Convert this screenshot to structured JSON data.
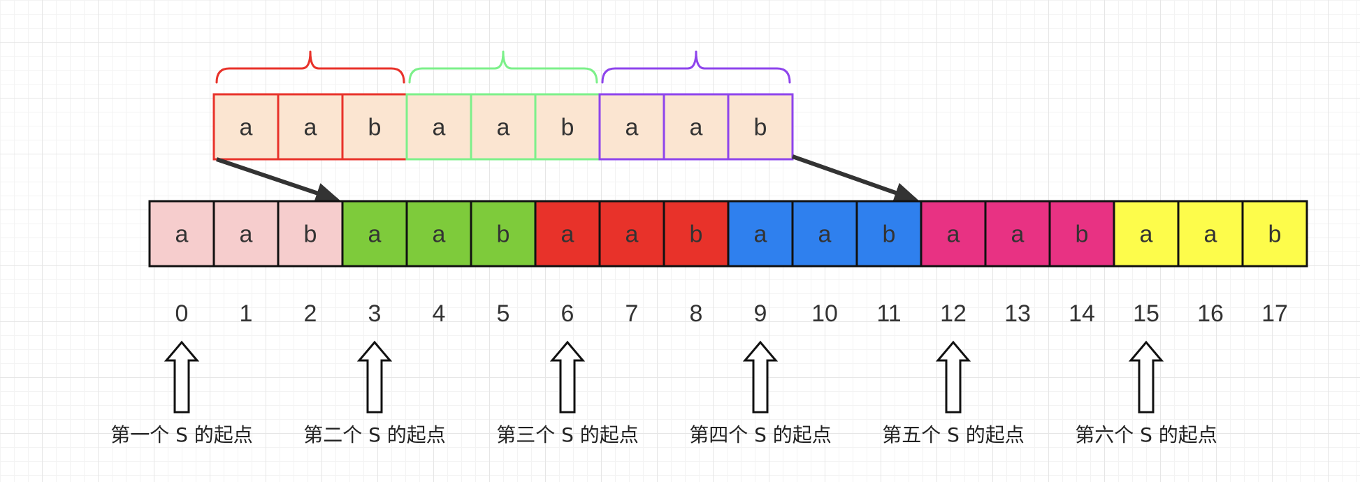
{
  "top_row": {
    "fill": "#fbe5d1",
    "cells": [
      "a",
      "a",
      "b",
      "a",
      "a",
      "b",
      "a",
      "a",
      "b"
    ],
    "groups": [
      {
        "color": "#e8322a"
      },
      {
        "color": "#7cf08a"
      },
      {
        "color": "#8e44ec"
      }
    ]
  },
  "bottom_row": {
    "cells": [
      "a",
      "a",
      "b",
      "a",
      "a",
      "b",
      "a",
      "a",
      "b",
      "a",
      "a",
      "b",
      "a",
      "a",
      "b",
      "a",
      "a",
      "b"
    ],
    "group_colors": [
      "#f6cdcd",
      "#7ecb3b",
      "#e8322a",
      "#2f80ee",
      "#e83283",
      "#fdfc4b"
    ],
    "indices": [
      "0",
      "1",
      "2",
      "3",
      "4",
      "5",
      "6",
      "7",
      "8",
      "9",
      "10",
      "11",
      "12",
      "13",
      "14",
      "15",
      "16",
      "17"
    ]
  },
  "markers": [
    {
      "index": 0,
      "label": "第一个 S 的起点"
    },
    {
      "index": 3,
      "label": "第二个 S 的起点"
    },
    {
      "index": 6,
      "label": "第三个 S 的起点"
    },
    {
      "index": 9,
      "label": "第四个 S 的起点"
    },
    {
      "index": 12,
      "label": "第五个 S 的起点"
    },
    {
      "index": 15,
      "label": "第六个 S 的起点"
    }
  ],
  "arrow_color": "#333333"
}
